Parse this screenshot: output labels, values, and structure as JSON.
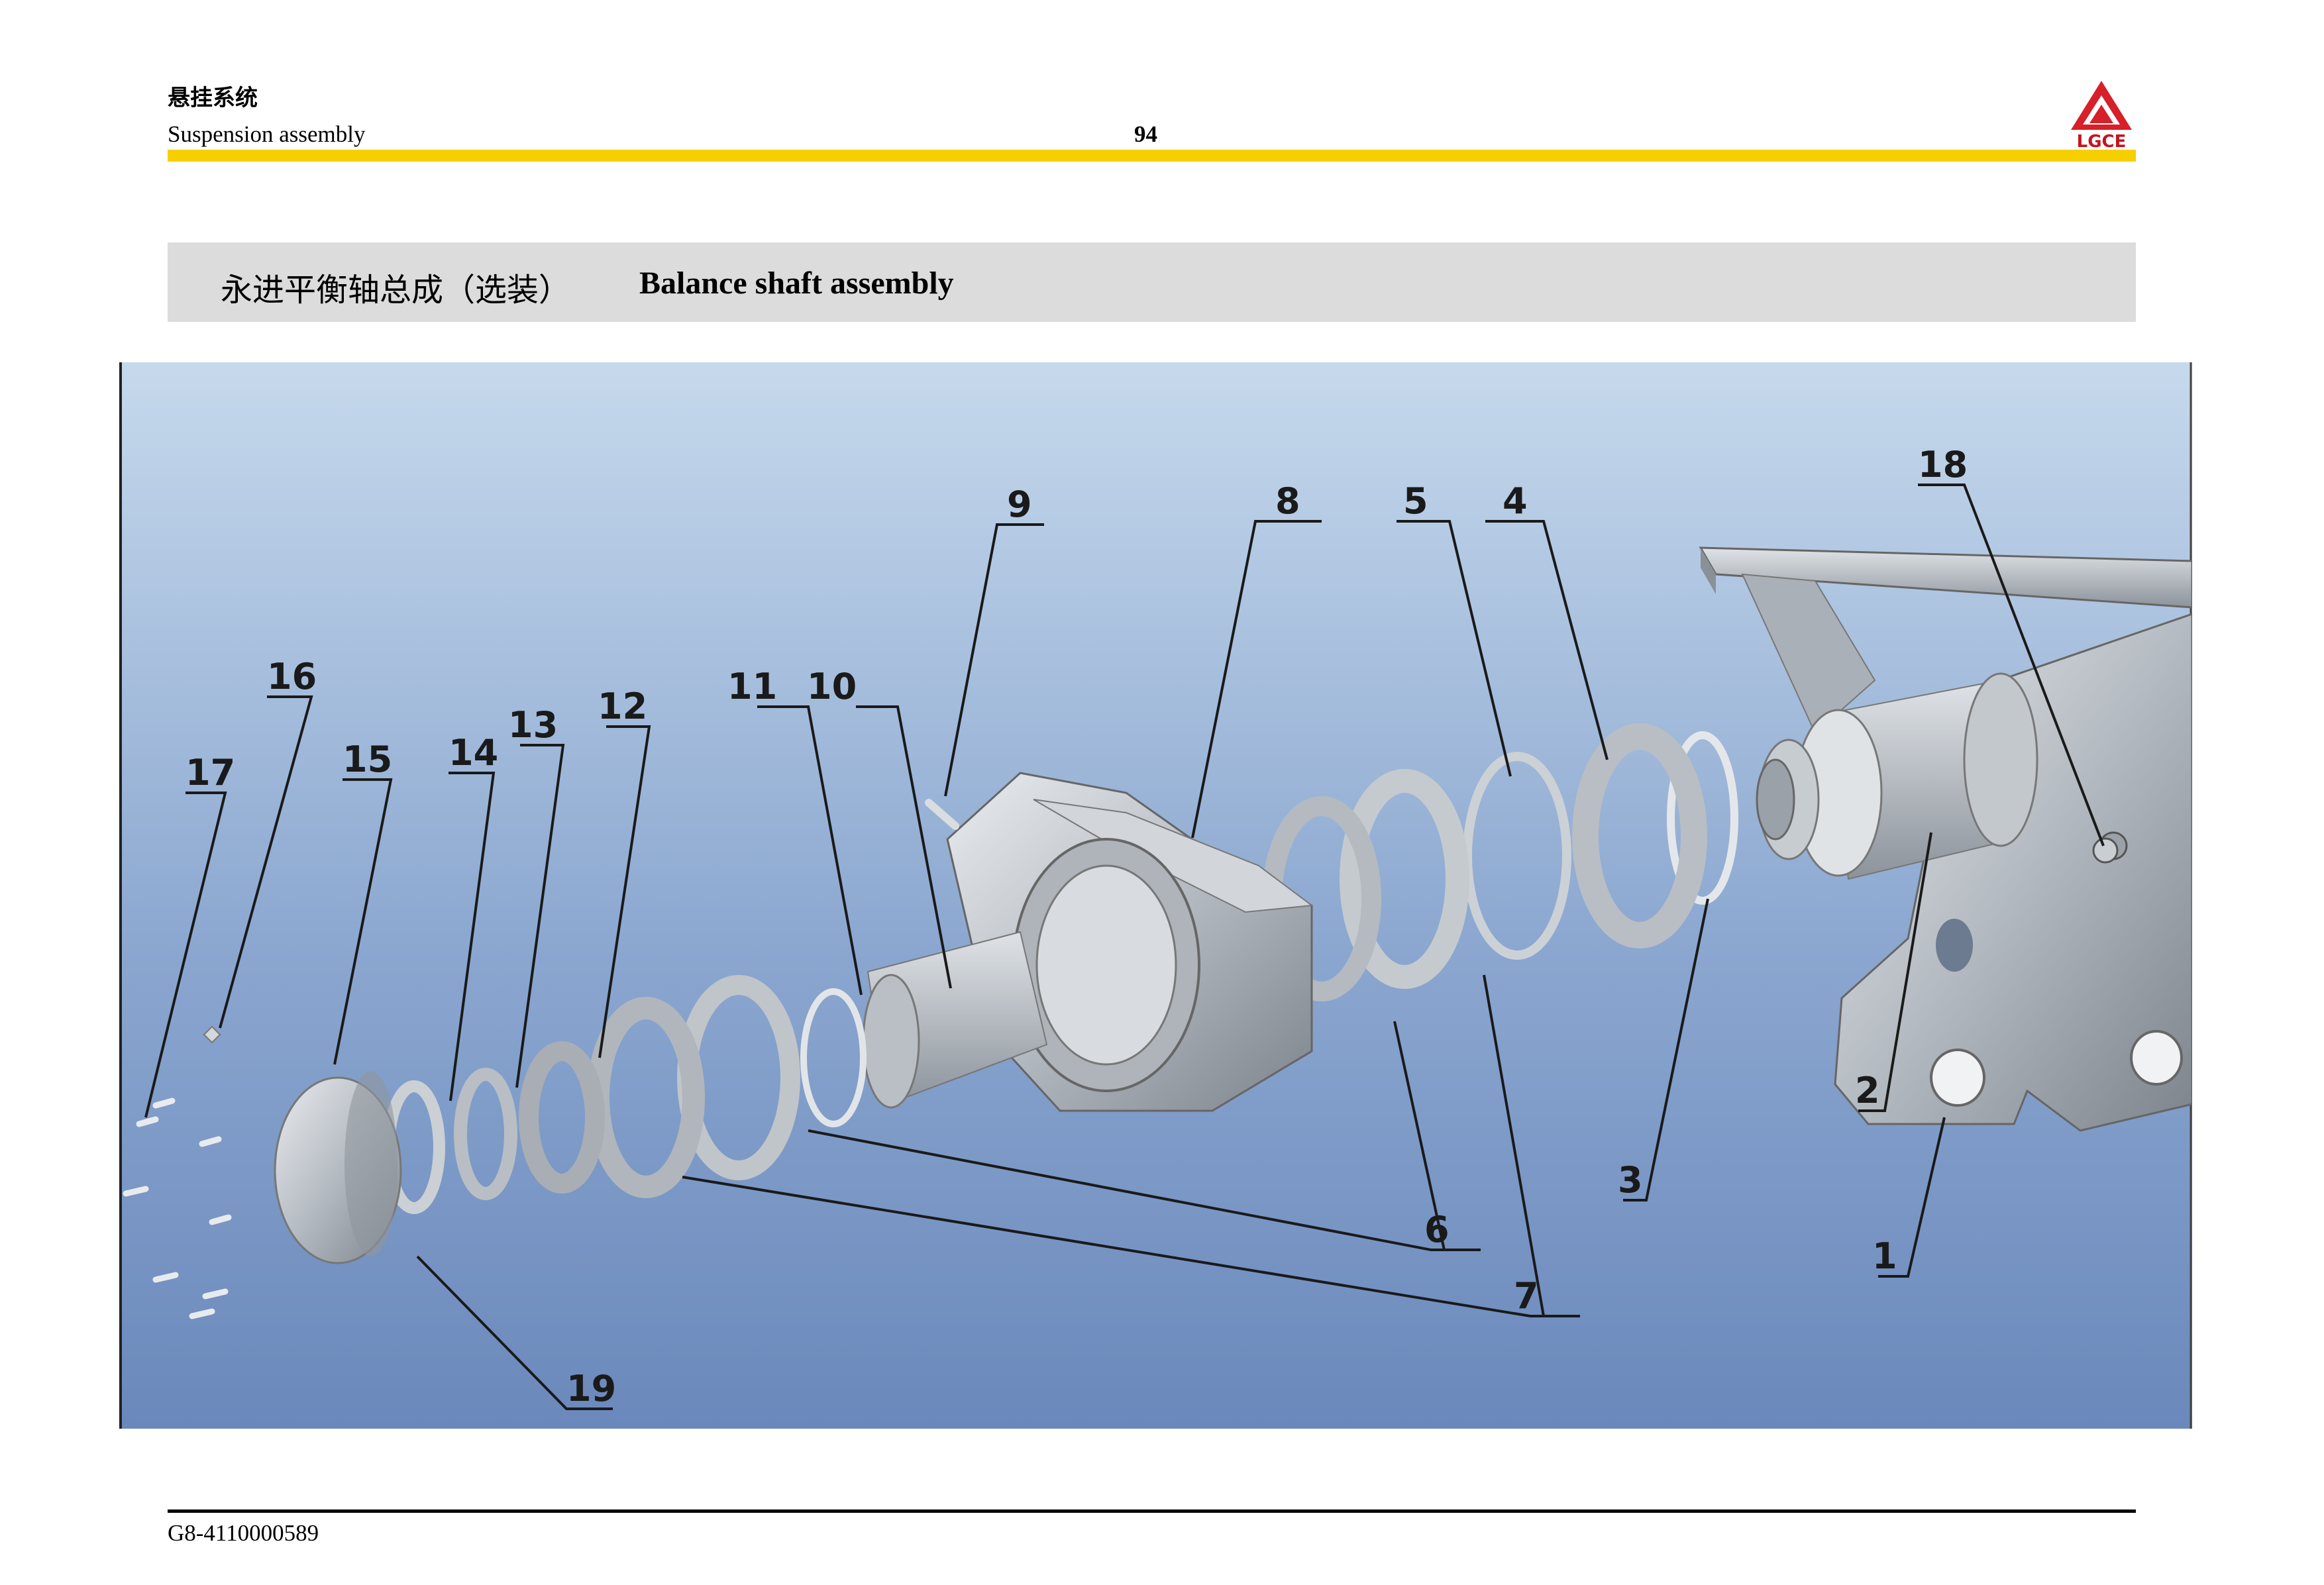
{
  "header": {
    "section_cn": "悬挂系统",
    "section_en": "Suspension assembly",
    "page_number": "94",
    "logo_text": "LGCE"
  },
  "title": {
    "cn": "永进平衡轴总成（选装）",
    "en": "Balance shaft assembly"
  },
  "diagram": {
    "callouts": [
      "1",
      "2",
      "3",
      "4",
      "5",
      "6",
      "7",
      "8",
      "9",
      "10",
      "11",
      "12",
      "13",
      "14",
      "15",
      "16",
      "17",
      "18",
      "19"
    ]
  },
  "footer": {
    "doc_code": "G8-4110000589"
  },
  "colors": {
    "accent_bar": "#f5cf00",
    "title_band": "#dcdcdc"
  }
}
